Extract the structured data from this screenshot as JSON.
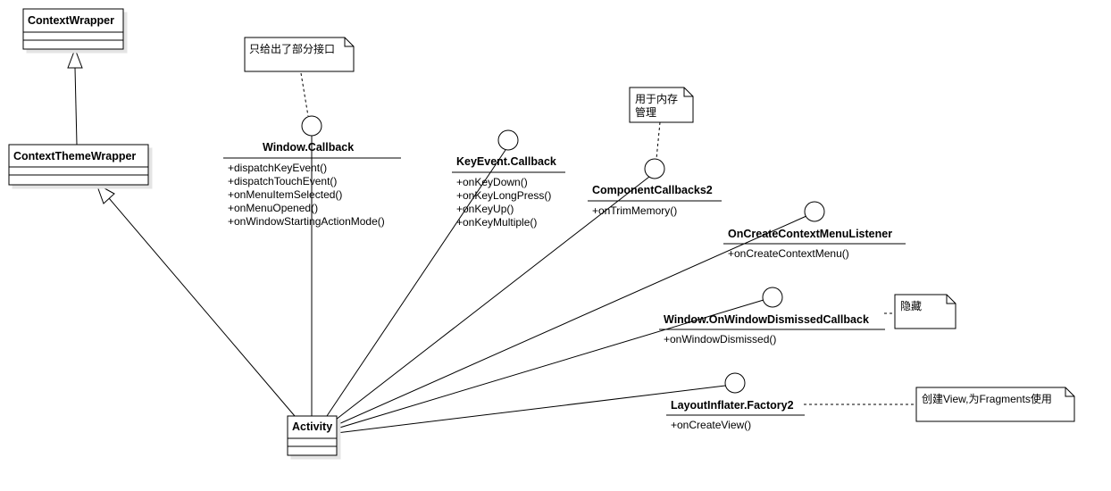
{
  "classes": {
    "context_wrapper": {
      "name": "ContextWrapper"
    },
    "context_theme_wrapper": {
      "name": "ContextThemeWrapper"
    },
    "activity": {
      "name": "Activity"
    }
  },
  "interfaces": {
    "window_callback": {
      "name": "Window.Callback",
      "operations": [
        "+dispatchKeyEvent()",
        "+dispatchTouchEvent()",
        "+onMenuItemSelected()",
        "+onMenuOpened()",
        "+onWindowStartingActionMode()"
      ]
    },
    "keyevent_callback": {
      "name": "KeyEvent.Callback",
      "operations": [
        "+onKeyDown()",
        "+onKeyLongPress()",
        "+onKeyUp()",
        "+onKeyMultiple()"
      ]
    },
    "component_callbacks2": {
      "name": "ComponentCallbacks2",
      "operations": [
        "+onTrimMemory()"
      ]
    },
    "on_create_context_menu_listener": {
      "name": "OnCreateContextMenuListener",
      "operations": [
        "+onCreateContextMenu()"
      ]
    },
    "window_on_window_dismissed_callback": {
      "name": "Window.OnWindowDismissedCallback",
      "operations": [
        "+onWindowDismissed()"
      ]
    },
    "layout_inflater_factory2": {
      "name": "LayoutInflater.Factory2",
      "operations": [
        "+onCreateView()"
      ]
    }
  },
  "notes": {
    "partial_interfaces": {
      "lines": [
        "只给出了部分接口"
      ]
    },
    "memory_management": {
      "lines": [
        "用于内存",
        "管理"
      ]
    },
    "hidden": {
      "lines": [
        "隐藏"
      ]
    },
    "create_view": {
      "lines": [
        "创建View,为Fragments使用"
      ]
    }
  }
}
